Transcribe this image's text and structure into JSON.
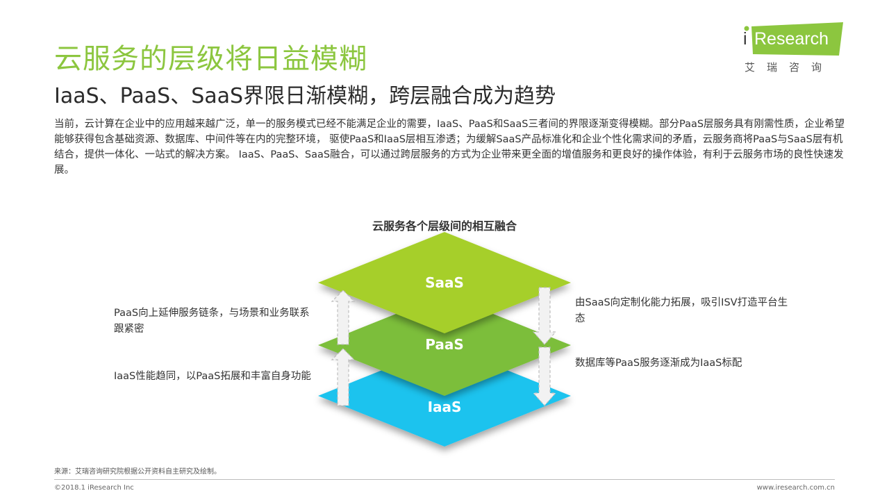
{
  "header": {
    "title": "云服务的层级将日益模糊",
    "subtitle": "IaaS、PaaS、SaaS界限日渐模糊，跨层融合成为趋势"
  },
  "body_text": "当前，云计算在企业中的应用越来越广泛，单一的服务模式已经不能满足企业的需要，IaaS、PaaS和SaaS三者间的界限逐渐变得模糊。部分PaaS层服务具有刚需性质，企业希望能够获得包含基础资源、数据库、中间件等在内的完整环境， 驱使PaaS和IaaS层相互渗透；为缓解SaaS产品标准化和企业个性化需求间的矛盾，云服务商将PaaS与SaaS层有机结合，提供一体化、一站式的解决方案。 IaaS、PaaS、SaaS融合，可以通过跨层服务的方式为企业带来更全面的增值服务和更良好的操作体验，有利于云服务市场的良性快速发展。",
  "logo": {
    "brand_i": "i",
    "brand_rest": "Research",
    "cn": "艾瑞咨询"
  },
  "diagram": {
    "title": "云服务各个层级间的相互融合",
    "layers": [
      {
        "label": "SaaS",
        "color": "#a6cf2a"
      },
      {
        "label": "PaaS",
        "color": "#7cbe3a"
      },
      {
        "label": "IaaS",
        "color": "#1fc3ee"
      }
    ],
    "annotations": {
      "left_top": "PaaS向上延伸服务链条，与场景和业务联系跟紧密",
      "left_bottom": "IaaS性能趋同，以PaaS拓展和丰富自身功能",
      "right_top": "由SaaS向定制化能力拓展，吸引ISV打造平台生态",
      "right_bottom": "数据库等PaaS服务逐渐成为IaaS标配"
    }
  },
  "footer": {
    "source": "来源：艾瑞咨询研究院根据公开资料自主研究及绘制。",
    "copyright": "©2018.1 iResearch Inc",
    "site": "www.iresearch.com.cn"
  }
}
